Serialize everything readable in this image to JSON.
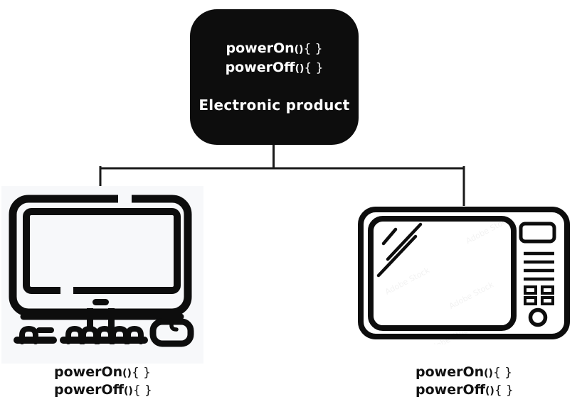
{
  "colors": {
    "page_bg": "#ffffff",
    "parent_box_bg": "#0d0d0d",
    "parent_box_text": "#ffffff",
    "connector_line": "#1a1a1a",
    "label_text": "#111111",
    "computer_image_bg": "#f7f8fa",
    "icon_stroke": "#0d0d0d"
  },
  "parent_box": {
    "title": "Electronic product",
    "methods": [
      {
        "name": "powerOn",
        "parens": "()",
        "braces": "{ }"
      },
      {
        "name": "powerOff",
        "parens": "()",
        "braces": "{ }"
      }
    ]
  },
  "children": [
    {
      "id": "computer",
      "icon": "desktop-computer-icon",
      "methods": [
        {
          "name": "powerOn",
          "parens": "()",
          "braces": "{ }"
        },
        {
          "name": "powerOff",
          "parens": "()",
          "braces": "{ }"
        }
      ]
    },
    {
      "id": "microwave",
      "icon": "microwave-icon",
      "watermark": "Adobe Stock",
      "methods": [
        {
          "name": "powerOn",
          "parens": "()",
          "braces": "{ }"
        },
        {
          "name": "powerOff",
          "parens": "()",
          "braces": "{ }"
        }
      ]
    }
  ]
}
